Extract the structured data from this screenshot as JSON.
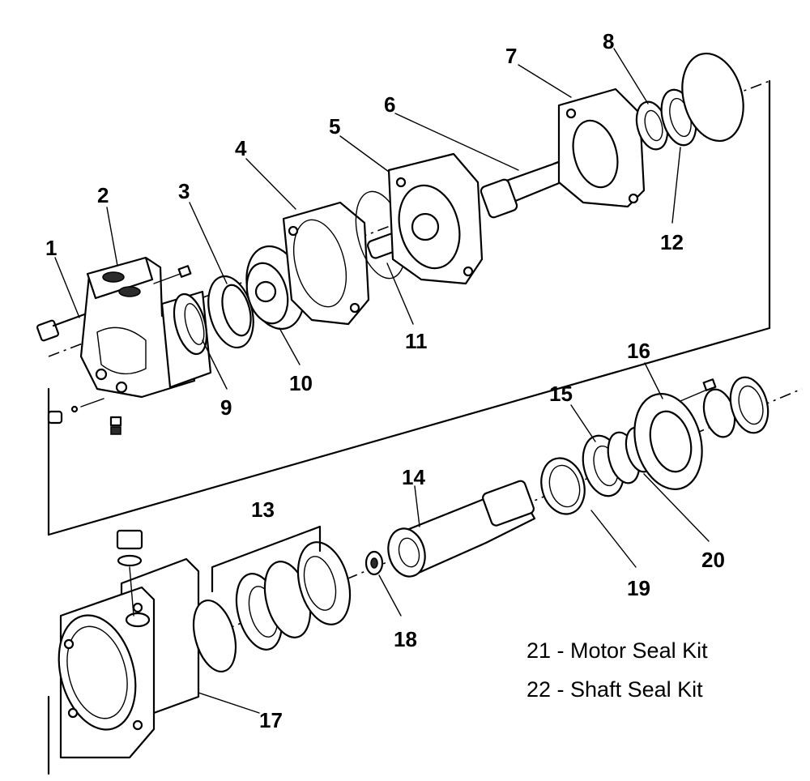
{
  "callouts": [
    {
      "id": "1",
      "text": "1"
    },
    {
      "id": "2",
      "text": "2"
    },
    {
      "id": "3",
      "text": "3"
    },
    {
      "id": "4",
      "text": "4"
    },
    {
      "id": "5",
      "text": "5"
    },
    {
      "id": "6",
      "text": "6"
    },
    {
      "id": "7",
      "text": "7"
    },
    {
      "id": "8",
      "text": "8"
    },
    {
      "id": "9",
      "text": "9"
    },
    {
      "id": "10",
      "text": "10"
    },
    {
      "id": "11",
      "text": "11"
    },
    {
      "id": "12",
      "text": "12"
    },
    {
      "id": "13",
      "text": "13"
    },
    {
      "id": "14",
      "text": "14"
    },
    {
      "id": "15",
      "text": "15"
    },
    {
      "id": "16",
      "text": "16"
    },
    {
      "id": "17",
      "text": "17"
    },
    {
      "id": "18",
      "text": "18"
    },
    {
      "id": "19",
      "text": "19"
    },
    {
      "id": "20",
      "text": "20"
    }
  ],
  "kits": [
    {
      "text": "21 - Motor Seal Kit"
    },
    {
      "text": "22 - Shaft Seal Kit"
    }
  ]
}
